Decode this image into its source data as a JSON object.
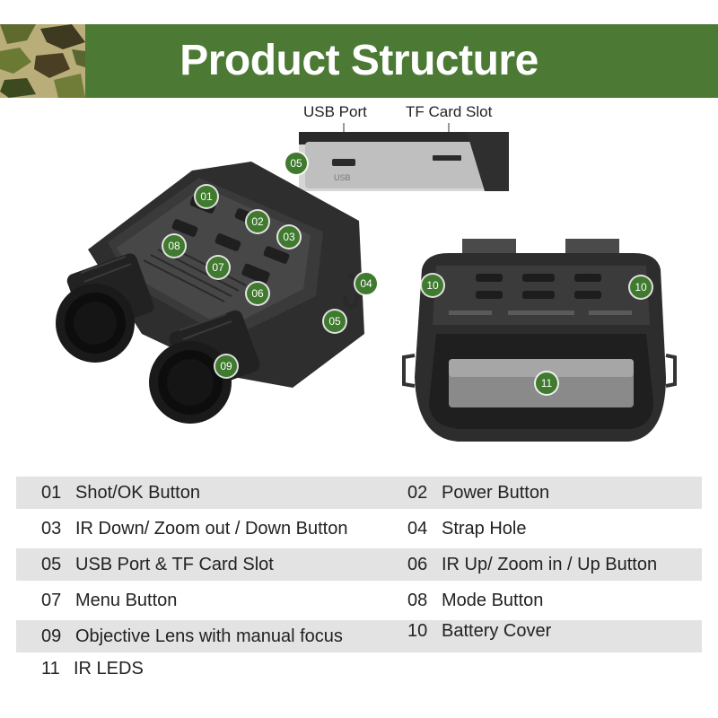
{
  "banner": {
    "title": "Product Structure"
  },
  "ports": {
    "usb_label": "USB Port",
    "tf_label": "TF Card Slot"
  },
  "callouts": [
    "01",
    "02",
    "03",
    "04",
    "05",
    "06",
    "07",
    "08",
    "09",
    "10",
    "11"
  ],
  "legend": [
    {
      "left": {
        "num": "01",
        "text": "Shot/OK Button"
      },
      "right": {
        "num": "02",
        "text": "Power Button"
      },
      "shaded": true
    },
    {
      "left": {
        "num": "03",
        "text": "IR Down/ Zoom out / Down Button"
      },
      "right": {
        "num": "04",
        "text": "Strap Hole"
      },
      "shaded": false
    },
    {
      "left": {
        "num": "05",
        "text": "USB Port & TF Card Slot"
      },
      "right": {
        "num": "06",
        "text": "IR Up/ Zoom in / Up Button"
      },
      "shaded": true
    },
    {
      "left": {
        "num": "07",
        "text": "Menu Button"
      },
      "right": {
        "num": "08",
        "text": "Mode Button"
      },
      "shaded": false
    },
    {
      "left": {
        "num": "09",
        "text": "Objective Lens with manual focus"
      },
      "right": {
        "num": "10",
        "text": "Battery Cover"
      },
      "shaded": true
    },
    {
      "left": {
        "num": "11",
        "text": "IR LEDS"
      },
      "shaded": false
    }
  ],
  "colors": {
    "accent": "#4c7a34",
    "badge": "#3f7a2e",
    "row_shade": "#e3e3e3"
  }
}
